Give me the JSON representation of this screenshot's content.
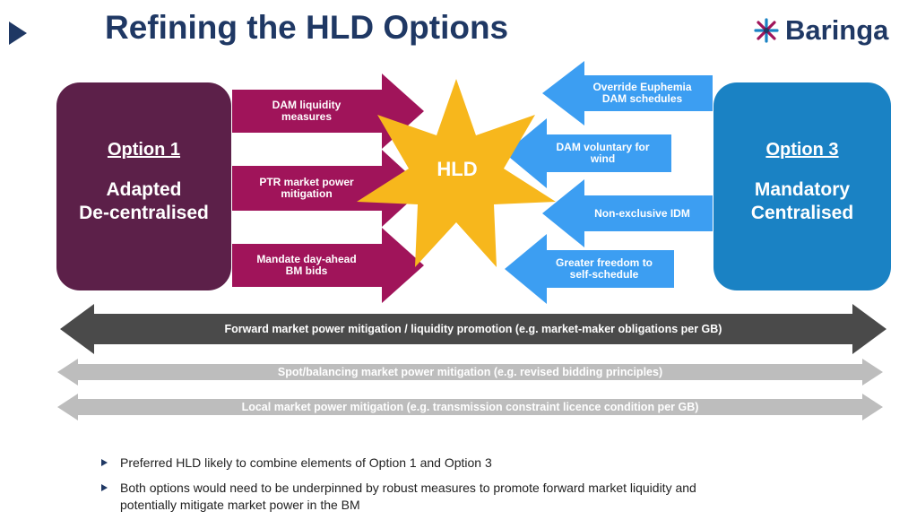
{
  "header": {
    "title": "Refining the HLD Options",
    "logo_text": "Baringa"
  },
  "colors": {
    "navy": "#1f3864",
    "plum": "#5c2049",
    "magenta": "#a0145a",
    "blue": "#1a82c4",
    "light_blue": "#3c9ef2",
    "star": "#f7b71c",
    "dark_grey": "#4a4a4a",
    "light_grey": "#bdbdbd"
  },
  "option1": {
    "title": "Option 1",
    "name_line1": "Adapted",
    "name_line2": "De-centralised"
  },
  "option3": {
    "title": "Option 3",
    "name_line1": "Mandatory",
    "name_line2": "Centralised"
  },
  "center": {
    "label": "HLD"
  },
  "left_arrows": [
    {
      "line1": "DAM liquidity",
      "line2": "measures"
    },
    {
      "line1": "PTR market  power",
      "line2": "mitigation"
    },
    {
      "line1": "Mandate day-ahead",
      "line2": "BM bids"
    }
  ],
  "right_arrows": [
    {
      "line1": "Override Euphemia",
      "line2": "DAM schedules"
    },
    {
      "line1": "DAM voluntary  for",
      "line2": "wind"
    },
    {
      "line1": "Non-exclusive IDM",
      "line2": ""
    },
    {
      "line1": "Greater  freedom to",
      "line2": "self-schedule"
    }
  ],
  "bands": [
    {
      "label": "Forward  market  power  mitigation / liquidity  promotion (e.g. market-maker   obligations per GB)",
      "style": "dark"
    },
    {
      "label": "Spot/balancing  market  power  mitigation  (e.g. revised  bidding  principles)",
      "style": "light"
    },
    {
      "label": "Local  market  power  mitigation  (e.g. transmission  constraint  licence  condition per GB)",
      "style": "light"
    }
  ],
  "bullets": [
    {
      "line1": "Preferred HLD likely to combine elements of Option 1 and  Option 3",
      "line2": ""
    },
    {
      "line1": "Both options would  need  to be underpinned  by robust measures to promote forward market liquidity and",
      "line2": "potentially mitigate market power  in the BM"
    }
  ]
}
